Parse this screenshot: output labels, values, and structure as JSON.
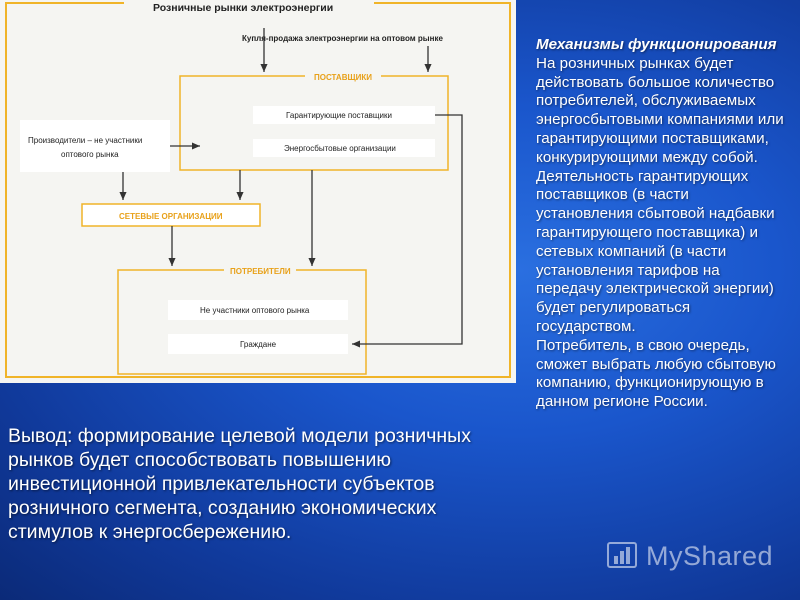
{
  "diagram": {
    "title": "Розничные рынки электроэнергии",
    "wholesale_label": "Купля-продажа электроэнергии на оптовом рынке",
    "suppliers_header": "ПОСТАВЩИКИ",
    "guaranteed_suppliers": "Гарантирующие поставщики",
    "energy_sales_orgs": "Энергосбытовые организации",
    "producers_line1": "Производители – не участники",
    "producers_line2": "оптового рынка",
    "grid_orgs": "СЕТЕВЫЕ ОРГАНИЗАЦИИ",
    "consumers_header": "ПОТРЕБИТЕЛИ",
    "non_participants": "Не участники оптового рынка",
    "citizens": "Граждане",
    "colors": {
      "frame": "#f0b429",
      "arrow": "#333333",
      "panel": "#f5f5f2"
    }
  },
  "mechanisms": {
    "title": "Механизмы функционирования",
    "p1": "На розничных рынках будет действовать большое количество потребителей, обслуживаемых энергосбытовыми компаниями или гарантирующими поставщиками, конкурирующими между собой.",
    "p2": "Деятельность гарантирующих поставщиков (в части установления сбытовой надбавки гарантирующего поставщика) и сетевых компаний (в части установления тарифов на передачу электрической энергии) будет регулироваться государством.",
    "p3": "Потребитель, в свою очередь, сможет выбрать любую сбытовую компанию, функционирующую в данном регионе России."
  },
  "conclusion": "Вывод: формирование целевой модели розничных рынков будет способствовать повышению инвестиционной привлекательности субъектов розничного сегмента, созданию экономических стимулов к энергосбережению.",
  "watermark": {
    "text": "MyShared",
    "icon": "chart-icon"
  }
}
